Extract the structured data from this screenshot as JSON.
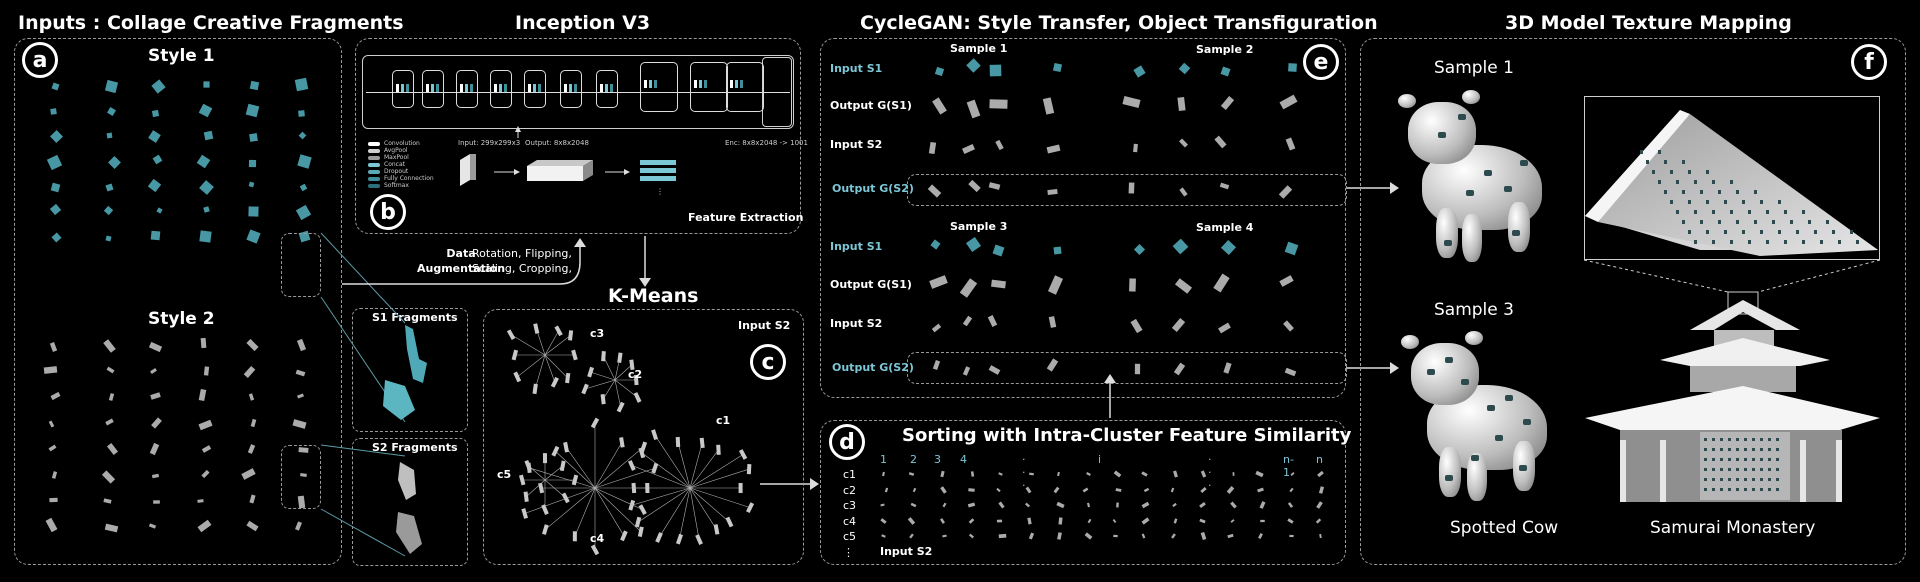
{
  "titles": {
    "inputs": "Inputs : Collage Creative Fragments",
    "inception": "Inception V3",
    "cyclegan": "CycleGAN: Style Transfer, Object Transfiguration",
    "texture": "3D Model Texture Mapping",
    "kmeans": "K-Means",
    "sorting": "Sorting with Intra-Cluster Feature Similarity"
  },
  "labels": {
    "a": "a",
    "b": "b",
    "c": "c",
    "d": "d",
    "e": "e",
    "f": "f"
  },
  "inputs": {
    "style1": "Style 1",
    "style2": "Style 2",
    "s1_fragments": "S1 Fragments",
    "s2_fragments": "S2 Fragments"
  },
  "inception": {
    "legend": [
      "Convolution",
      "AvgPool",
      "MaxPool",
      "Concat",
      "Dropout",
      "Fully Connection",
      "Softmax"
    ],
    "input_text": "Input: 299x299x3",
    "output_text": "Output: 8x8x2048",
    "enc_text": "Enc: 8x8x2048 -> 1001",
    "feature_extraction": "Feature Extraction",
    "data_augmentation_1": "Data",
    "data_augmentation_2": "Augmentation",
    "augment_ops_1": "Rotation, Flipping,",
    "augment_ops_2": "Scaling, Cropping,"
  },
  "kmeans": {
    "input": "Input S2",
    "clusters": [
      "c1",
      "c2",
      "c3",
      "c4",
      "c5"
    ]
  },
  "cyclegan": {
    "samples_top": [
      "Sample 1",
      "Sample 2"
    ],
    "samples_bottom": [
      "Sample 3",
      "Sample 4"
    ],
    "rows": [
      "Input S1",
      "Output G(S1)",
      "Input S2",
      "Output G(S2)"
    ]
  },
  "sorting": {
    "index_labels": [
      "1",
      "2",
      "3",
      "4",
      "· · ·",
      "i",
      "· · ·",
      "n-1",
      "n"
    ],
    "row_labels": [
      "c1",
      "c2",
      "c3",
      "c4",
      "c5",
      "⋮"
    ],
    "footer": "Input S2"
  },
  "texture": {
    "sample1": "Sample 1",
    "sample3": "Sample 3",
    "cow_caption": "Spotted Cow",
    "monastery_caption": "Samurai Monastery"
  },
  "colors": {
    "background": "#000000",
    "accent_cyan": "#7cc7d6",
    "fragment_teal": "#4fa9b6",
    "panel_border": "#9a9a9a"
  }
}
